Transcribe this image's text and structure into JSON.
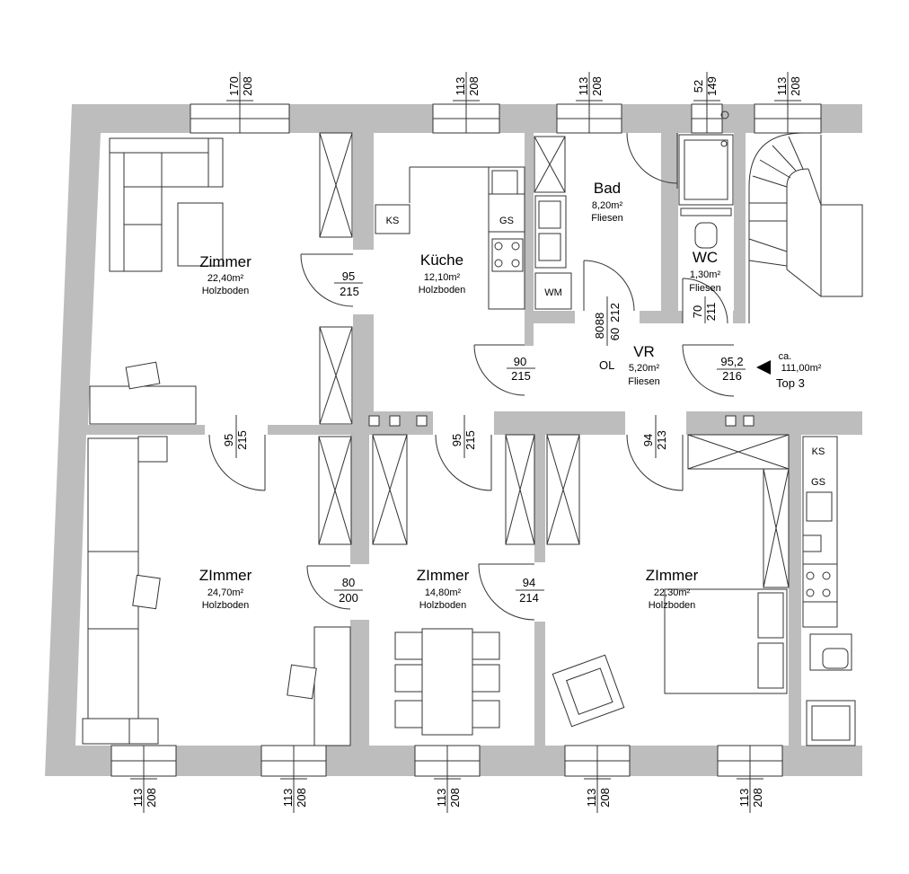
{
  "rooms": {
    "zimmer_top_left": {
      "name": "Zimmer",
      "area": "22,40m²",
      "floor": "Holzboden"
    },
    "kueche": {
      "name": "Küche",
      "area": "12,10m²",
      "floor": "Holzboden"
    },
    "bad": {
      "name": "Bad",
      "area": "8,20m²",
      "floor": "Fliesen"
    },
    "wc": {
      "name": "WC",
      "area": "1,30m²",
      "floor": "Fliesen"
    },
    "vr": {
      "name": "VR",
      "area": "5,20m²",
      "floor": "Fliesen"
    },
    "zimmer_bottom_left": {
      "name": "ZImmer",
      "area": "24,70m²",
      "floor": "Holzboden"
    },
    "zimmer_bottom_mid": {
      "name": "ZImmer",
      "area": "14,80m²",
      "floor": "Holzboden"
    },
    "zimmer_bottom_right": {
      "name": "ZImmer",
      "area": "22,30m²",
      "floor": "Holzboden"
    }
  },
  "unit": {
    "ca": "ca.",
    "area": "111,00m²",
    "name": "Top 3"
  },
  "appliances": {
    "ks": "KS",
    "gs": "GS",
    "wm": "WM",
    "ol": "OL",
    "ks2": "KS",
    "gs2": "GS"
  },
  "window_dims": {
    "top": [
      {
        "a": "170",
        "b": "208"
      },
      {
        "a": "113",
        "b": "208"
      },
      {
        "a": "113",
        "b": "208"
      },
      {
        "a": "52",
        "b": "149"
      },
      {
        "a": "113",
        "b": "208"
      }
    ],
    "bottom": [
      {
        "a": "113",
        "b": "208"
      },
      {
        "a": "113",
        "b": "208"
      },
      {
        "a": "113",
        "b": "208"
      },
      {
        "a": "113",
        "b": "208"
      },
      {
        "a": "113",
        "b": "208"
      }
    ]
  },
  "door_dims": {
    "zimmer_kueche": {
      "w": "95",
      "h": "215"
    },
    "kueche_vr": {
      "w": "90",
      "h": "215"
    },
    "bad": {
      "w": "80",
      "h": "88"
    },
    "bad2": {
      "w": "60",
      "h": "212"
    },
    "wc": {
      "w": "70",
      "h": "211"
    },
    "entrance": {
      "w": "95,2",
      "h": "216"
    },
    "zimmer_tl_down": {
      "w": "95",
      "h": "215"
    },
    "vr_down": {
      "w": "95",
      "h": "215"
    },
    "vr_right_down": {
      "w": "94",
      "h": "213"
    },
    "zimmer_bl_mid": {
      "w": "80",
      "h": "200"
    },
    "zimmer_mid_right": {
      "w": "94",
      "h": "214"
    }
  }
}
